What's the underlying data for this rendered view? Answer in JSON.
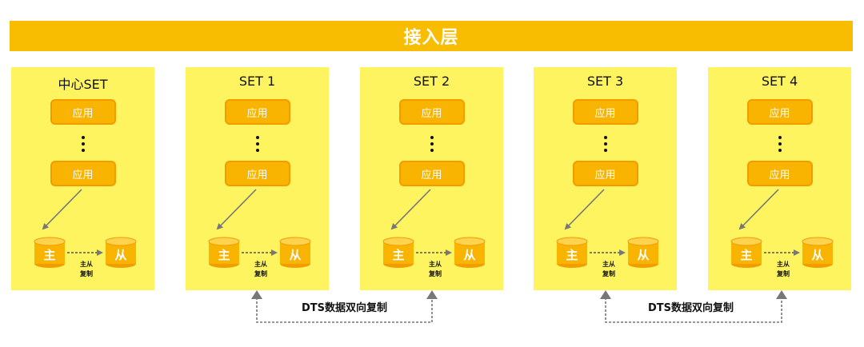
{
  "access_layer": {
    "label": "接入层"
  },
  "sets": [
    {
      "title": "中心SET",
      "apps": [
        "应用",
        "应用"
      ],
      "master": "主",
      "slave": "从",
      "replication": "主从\n复制"
    },
    {
      "title": "SET 1",
      "apps": [
        "应用",
        "应用"
      ],
      "master": "主",
      "slave": "从",
      "replication": "主从\n复制"
    },
    {
      "title": "SET 2",
      "apps": [
        "应用",
        "应用"
      ],
      "master": "主",
      "slave": "从",
      "replication": "主从\n复制"
    },
    {
      "title": "SET 3",
      "apps": [
        "应用",
        "应用"
      ],
      "master": "主",
      "slave": "从",
      "replication": "主从\n复制"
    },
    {
      "title": "SET 4",
      "apps": [
        "应用",
        "应用"
      ],
      "master": "主",
      "slave": "从",
      "replication": "主从\n复制"
    }
  ],
  "dts_links": [
    {
      "label": "DTS数据双向复制",
      "from": "SET 1",
      "to": "SET 2"
    },
    {
      "label": "DTS数据双向复制",
      "from": "SET 3",
      "to": "SET 4"
    }
  ],
  "colors": {
    "access_layer": "#f8bc00",
    "set_panel": "#fdf460",
    "app_box": "#f8b400",
    "app_border": "#f39c00",
    "arrow": "#777777"
  }
}
